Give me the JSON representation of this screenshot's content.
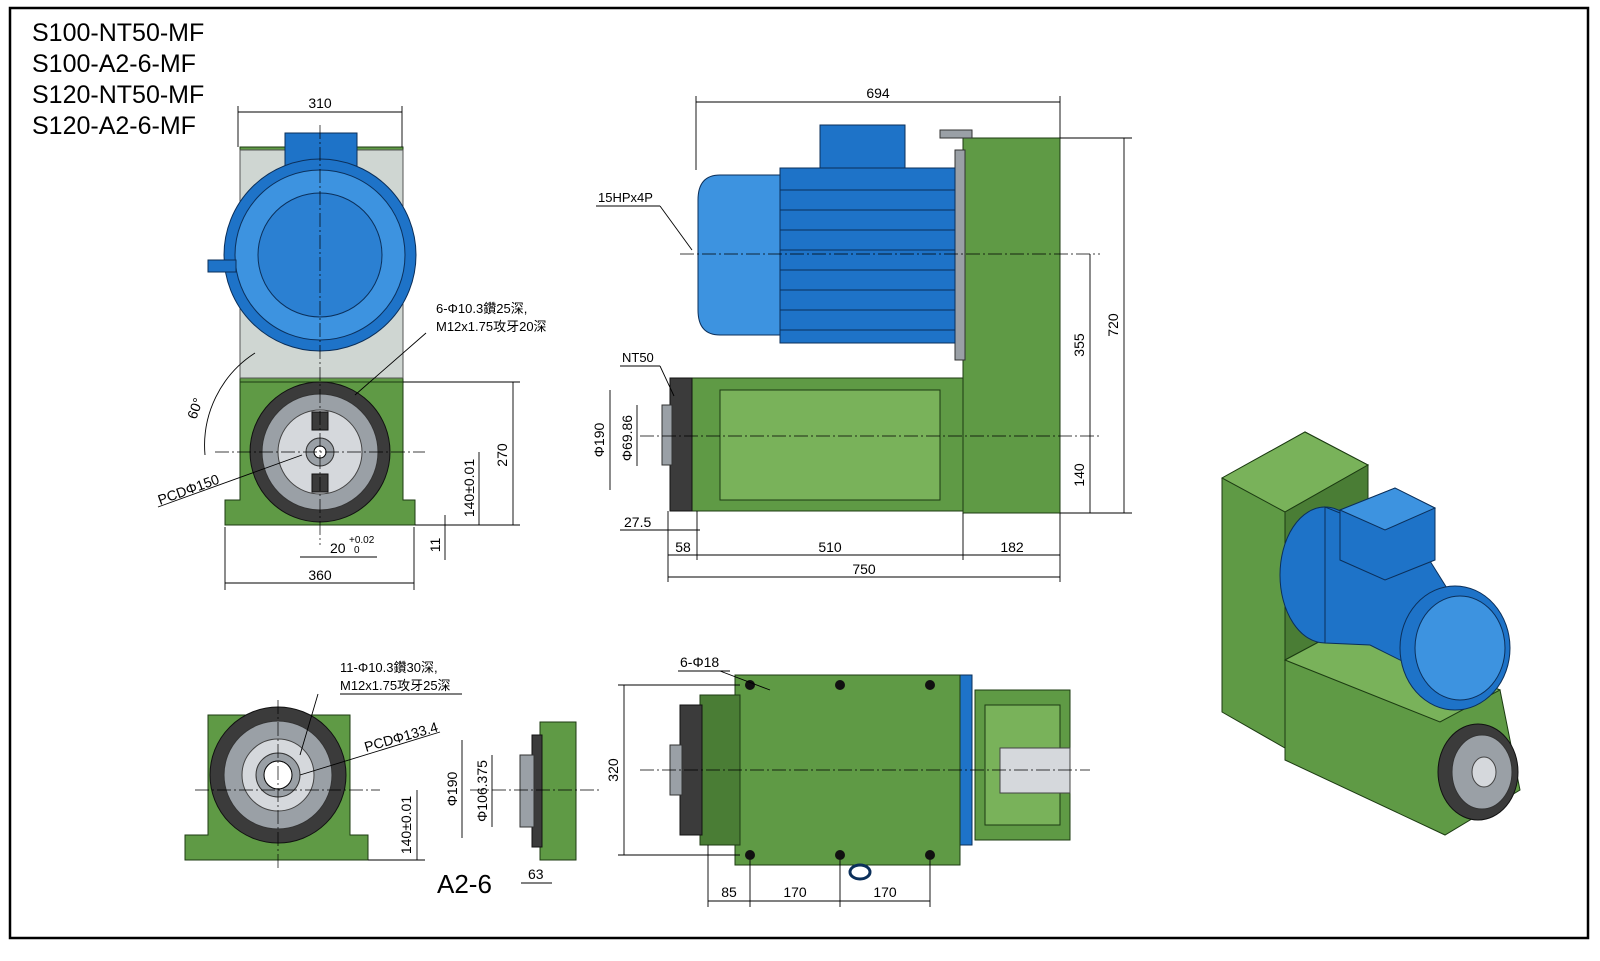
{
  "titles": [
    "S100-NT50-MF",
    "S100-A2-6-MF",
    "S120-NT50-MF",
    "S120-A2-6-MF"
  ],
  "front_view": {
    "dim_top": "310",
    "dim_bottom": "360",
    "dim_right_height": "270",
    "dim_center_height": "140±0.01",
    "dim_key_height": "11",
    "dim_key_width": "20",
    "dim_key_tol": "+0.02",
    "dim_key_tol_low": "0",
    "angle": "60°",
    "pcd": "PCDΦ150",
    "hole_note_line1": "6-Φ10.3鑽25深,",
    "hole_note_line2": "M12x1.75攻牙20深"
  },
  "side_view": {
    "dim_total_top": "694",
    "motor_label": "15HPx4P",
    "dim_height_total": "720",
    "dim_355": "355",
    "dim_140": "140",
    "nose_label": "NT50",
    "dia_190": "Φ190",
    "dia_69": "Φ69.86",
    "dim_27_5": "27.5",
    "dim_58": "58",
    "dim_510": "510",
    "dim_182": "182",
    "dim_750": "750"
  },
  "a26_front": {
    "hole_note_line1": "11-Φ10.3鑽30深,",
    "hole_note_line2": "M12x1.75攻牙25深",
    "pcd": "PCDΦ133.4",
    "dim_center_height": "140±0.01"
  },
  "a26_profile": {
    "dia_190": "Φ190",
    "dia_106": "Φ106.375",
    "dim_63": "63",
    "label": "A2-6"
  },
  "a26_top": {
    "holes": "6-Φ18",
    "dim_320": "320",
    "dim_85": "85",
    "dim_170a": "170",
    "dim_170b": "170"
  },
  "colors": {
    "housing_green": "#5f9a45",
    "motor_blue": "#1e73c8",
    "frame": "#000000"
  }
}
